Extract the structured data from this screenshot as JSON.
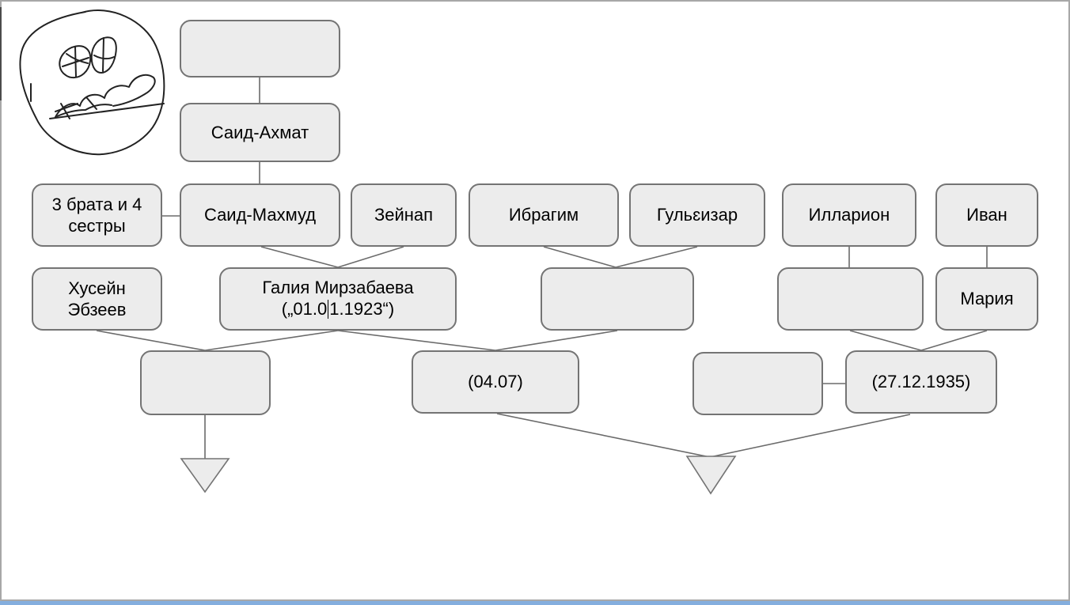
{
  "app": {
    "type": "family-tree-diagram",
    "description": "Genogram diagram canvas with rounded node boxes, connector lines, collapsed-descendant triangles and a freehand face doodle"
  },
  "style": {
    "box_fill": "#ececec",
    "box_border": "#747474",
    "connector_color": "#6b6b6b",
    "text_color": "#000000",
    "frame_color": "#a8a8a8",
    "bottom_bar_color": "#84aede",
    "doodle_color": "#222222"
  },
  "nodes": {
    "grandparent_empty": {
      "label": ""
    },
    "said_ahmat": {
      "label": "Саид-Ахмат"
    },
    "siblings": {
      "label": "3 брата и 4 сестры"
    },
    "said_mahmud": {
      "label": "Саид-Махмуд"
    },
    "zeynap": {
      "label": "Зейнап"
    },
    "ibragim": {
      "label": "Ибрагим"
    },
    "gulizar": {
      "label": "Гульɛизар"
    },
    "illarion": {
      "label": "Илларион"
    },
    "ivan": {
      "label": "Иван"
    },
    "husein_ebzeev": {
      "label": "Хусейн Эбзеев"
    },
    "galia": {
      "line1": "Галия Мирзабаева",
      "line2_before_caret": "(„01.0",
      "line2_after_caret": "1.1923“)",
      "full_label": "Галия Мирзабаева („01.01.1923“)",
      "editing_caret_visible": true
    },
    "child_of_ibragim_gulizar_empty": {
      "label": ""
    },
    "child_of_illarion_empty": {
      "label": ""
    },
    "maria": {
      "label": "Мария"
    },
    "child_of_husein_galia_empty": {
      "label": ""
    },
    "child_04_07": {
      "label": "(04.07)"
    },
    "spouse_empty": {
      "label": ""
    },
    "child_27_12_1935": {
      "label": "(27.12.1935)"
    }
  },
  "markers": {
    "left_triangle": "collapsed-descendants-triangle",
    "right_triangle": "collapsed-descendants-triangle"
  },
  "doodle": {
    "name": "hand-drawn face sketch (circle head, scribbled eyes and mouth)"
  }
}
